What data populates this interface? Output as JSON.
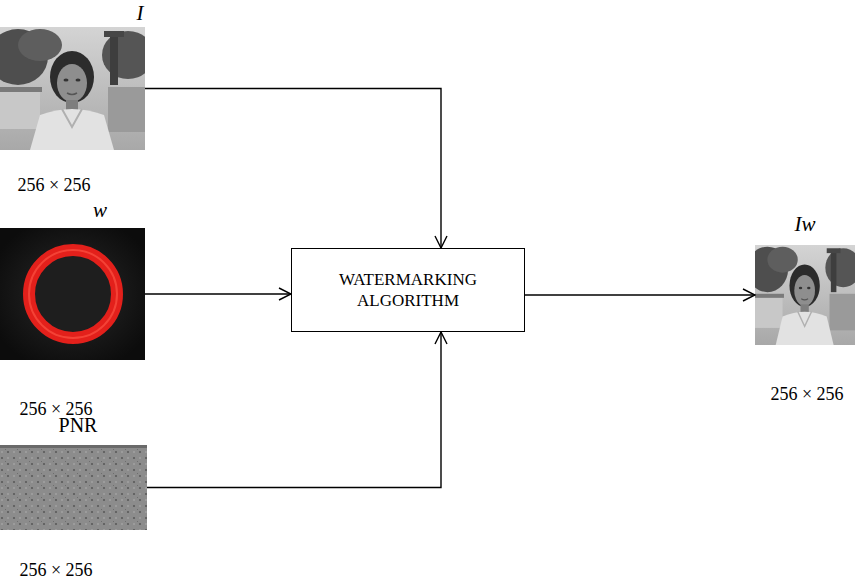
{
  "diagram": {
    "nodes": [
      {
        "text": [
          "I",
          "256 × 256"
        ]
      },
      {
        "text": [
          "w",
          "256 × 256"
        ]
      },
      {
        "text": [
          "PNR",
          "256 × 256"
        ]
      },
      {
        "text": [
          "WATERMARKING ALGORITHM"
        ]
      },
      {
        "text": [
          "Iw",
          "256 × 256"
        ]
      }
    ],
    "edges": [
      {
        "from": 0,
        "to": 3,
        "arrow": "to"
      },
      {
        "from": 1,
        "to": 3,
        "arrow": "to"
      },
      {
        "from": 2,
        "to": 3,
        "arrow": "to"
      },
      {
        "from": 3,
        "to": 4,
        "arrow": "to"
      }
    ]
  }
}
